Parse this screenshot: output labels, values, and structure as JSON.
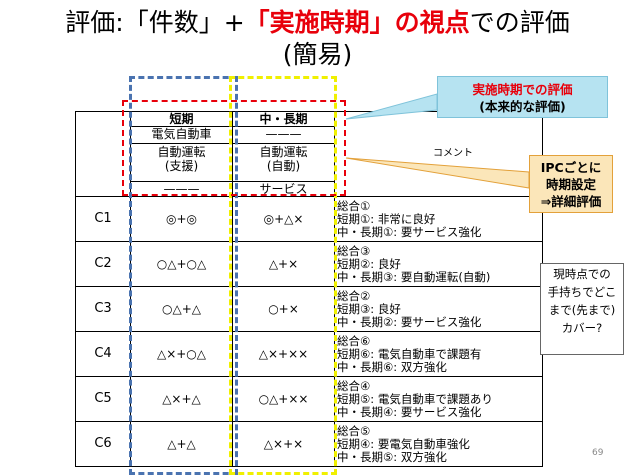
{
  "title": {
    "line1_prefix": "評価:「件数」+",
    "line1_highlight": "「実施時期」の視点",
    "line1_suffix": "での評価",
    "line2": "(簡易)"
  },
  "callouts": {
    "timing_line1": "実施時期での評価",
    "timing_line2": "(本来的な評価)",
    "ipc_line1": "IPCごとに",
    "ipc_line2": "時期設定",
    "ipc_line3": "⇒詳細評価"
  },
  "note": {
    "line1": "現時点での",
    "line2": "手持ちでどこ",
    "line3": "まで(先まで)",
    "line4": "カバー?"
  },
  "header": {
    "short_term": "短期",
    "mid_long_term": "中・長期",
    "comment": "コメント",
    "scope_rows": [
      {
        "short": "電気自動車",
        "mid": "———"
      },
      {
        "short": "自動運転\n(支援)",
        "mid": "自動運転\n(自動)"
      },
      {
        "short": "———",
        "mid": "サービス"
      }
    ]
  },
  "rows": [
    {
      "label": "C1",
      "short": "◎+◎",
      "mid": "◎+△×",
      "comment1": "総合①",
      "comment2": "短期①: 非常に良好",
      "comment3": "中・長期①: 要サービス強化"
    },
    {
      "label": "C2",
      "short": "○△+○△",
      "mid": "△+×",
      "comment1": "総合③",
      "comment2": "短期②: 良好",
      "comment3": "中・長期③: 要自動運転(自動)"
    },
    {
      "label": "C3",
      "short": "○△+△",
      "mid": "○+×",
      "comment1": "総合②",
      "comment2": "短期③: 良好",
      "comment3": "中・長期②: 要サービス強化"
    },
    {
      "label": "C4",
      "short": "△×+○△",
      "mid": "△×+××",
      "comment1": "総合⑥",
      "comment2": "短期⑥: 電気自動車で課題有",
      "comment3": "中・長期⑥: 双方強化"
    },
    {
      "label": "C5",
      "short": "△×+△",
      "mid": "○△+××",
      "comment1": "総合④",
      "comment2": "短期⑤: 電気自動車で課題あり",
      "comment3": "中・長期④: 要サービス強化"
    },
    {
      "label": "C6",
      "short": "△+△",
      "mid": "△×+×",
      "comment1": "総合⑤",
      "comment2": "短期④: 要電気自動車強化",
      "comment3": "中・長期⑤: 双方強化"
    }
  ],
  "page_number": "69",
  "colors": {
    "accent_red": "#e8000b",
    "frame_blue": "#4a73b0",
    "frame_yellow": "#f0f000",
    "callout_blue": "#b6e3f1",
    "callout_orange": "#fbe6b9"
  }
}
